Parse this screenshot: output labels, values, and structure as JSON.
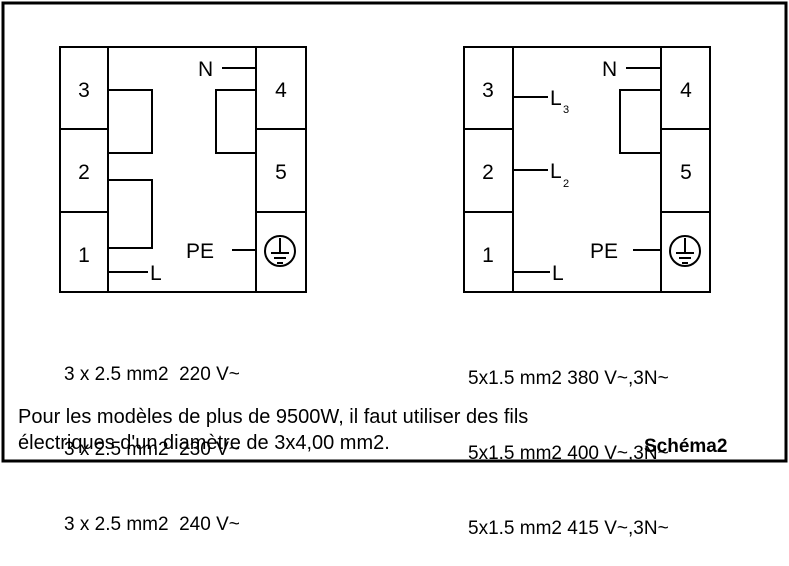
{
  "left_diagram": {
    "terminals": [
      "3",
      "2",
      "1",
      "4",
      "5"
    ],
    "labels": {
      "n": "N",
      "l": "L",
      "pe": "PE"
    },
    "specs": [
      "3 x 2.5 mm2  220 V~",
      "3 x 2.5 mm2  230 V~",
      "3 x 2.5 mm2  240 V~"
    ]
  },
  "right_diagram": {
    "terminals": [
      "3",
      "2",
      "1",
      "4",
      "5"
    ],
    "labels": {
      "n": "N",
      "l3": "L",
      "l3_sub": "3",
      "l2": "L",
      "l2_sub": "2",
      "l1": "L",
      "pe": "PE"
    },
    "specs": [
      "5x1.5 mm2 380 V~,3N~",
      "5x1.5 mm2 400 V~,3N~",
      "5x1.5 mm2 415 V~,3N~"
    ]
  },
  "note": {
    "line1": "Pour les modèles de plus de 9500W, il faut utiliser des fils",
    "line2": "électriques d'un diamètre de 3x4,00 mm2."
  },
  "schema_label": "Schéma2"
}
